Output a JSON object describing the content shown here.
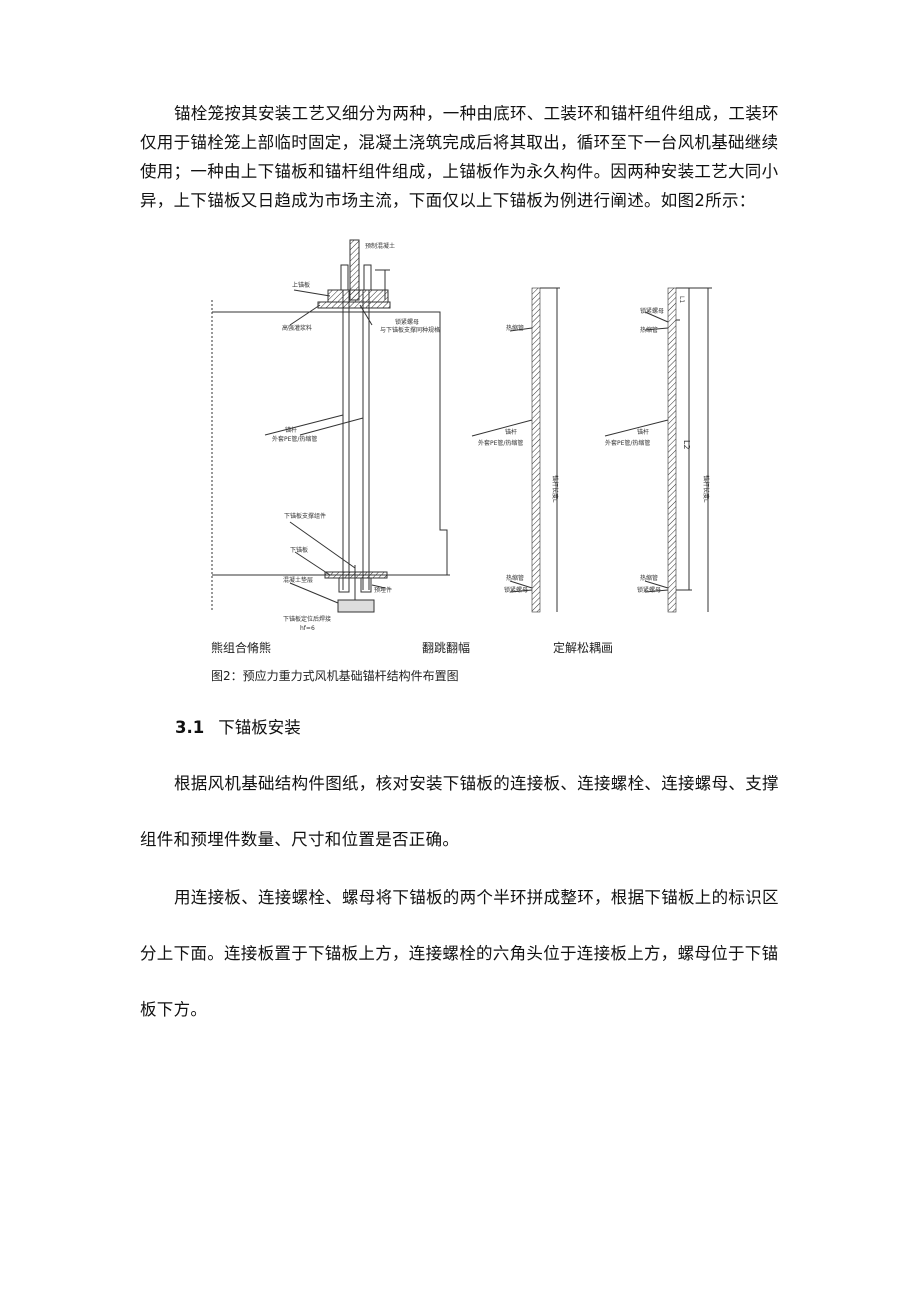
{
  "para1": [
    "锚栓笼按其安装工艺又细分为两种，一种由底环、工装环和锚杆组件组成，工装环",
    "仅用于锚栓笼上部临时固定，混凝土浇筑完成后将其取出，循环至下一台风机基础继续",
    "使用；一种由上下锚板和锚杆组件组成，上锚板作为永久构件。因两种安装工艺大同小",
    "异，上下锚板又日趋成为市场主流，下面仅以上下锚板为例进行阐述。如图2所示："
  ],
  "figure": {
    "labels": {
      "top": "预制混凝土",
      "upper_plate": "上锚板",
      "grout": "高强灌浆料",
      "nut": "锁紧螺母",
      "nut_note": "与下锚板支撑同种规格",
      "rod": "锚杆",
      "pe": "外套PE管/热缩管",
      "support": "下锚板支撑组件",
      "lower_plate": "下锚板",
      "cushion": "混凝土垫层",
      "bolt": "预埋件",
      "weld": "下锚板定位后焊接",
      "hf": "hf=6",
      "shrink": "热缩管",
      "lock": "锁紧螺母",
      "length": "锚杆长度L",
      "l1": "L1",
      "l2": "L2"
    },
    "sub_captions": [
      "熊组合脩熊",
      "翻跳翻幅",
      "定解松耦画"
    ],
    "caption": "图2：预应力重力式风机基础锚杆结构件布置图"
  },
  "section": {
    "number": "3.1",
    "title": "下锚板安装"
  },
  "para2": [
    "根据风机基础结构件图纸，核对安装下锚板的连接板、连接螺栓、连接螺母、支撑",
    "组件和预埋件数量、尺寸和位置是否正确。"
  ],
  "para3": [
    "用连接板、连接螺栓、螺母将下锚板的两个半环拼成整环，根据下锚板上的标识区",
    "分上下面。连接板置于下锚板上方，连接螺栓的六角头位于连接板上方，螺母位于下锚",
    "板下方。"
  ]
}
